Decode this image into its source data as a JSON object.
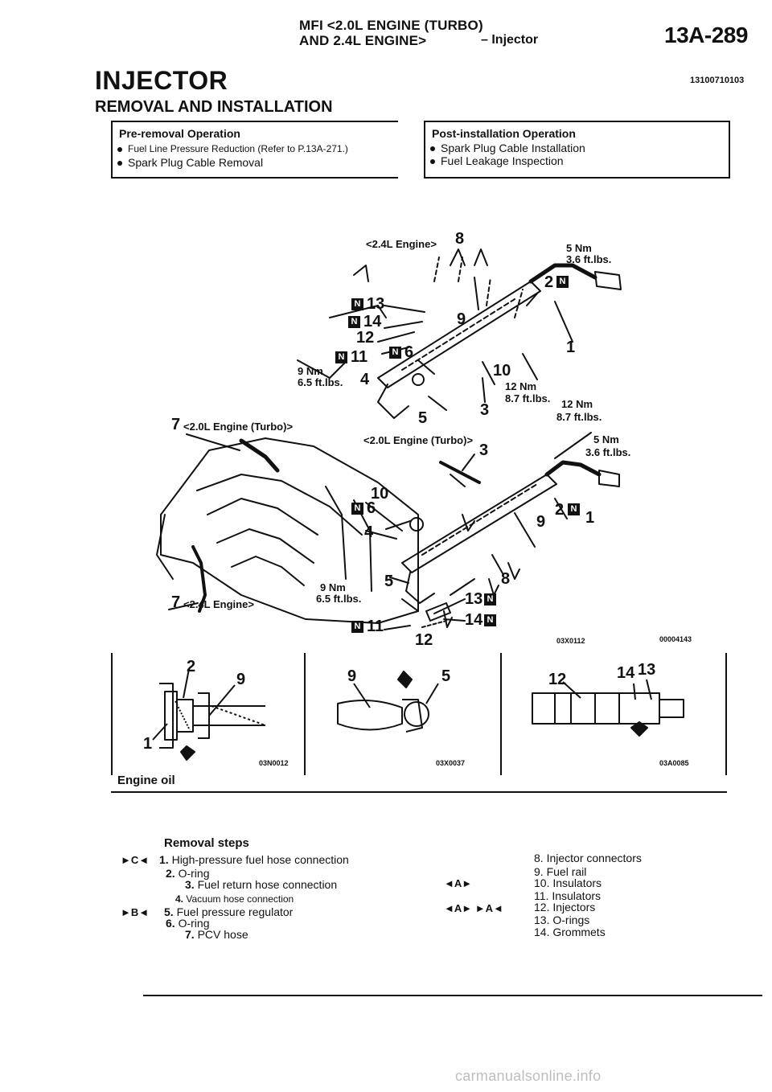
{
  "header": {
    "line1": "MFI <2.0L ENGINE (TURBO)",
    "line2": "AND 2.4L ENGINE>",
    "section": "– Injector",
    "page_number": "13A-289"
  },
  "title": "INJECTOR",
  "doc_id": "13100710103",
  "subtitle": "REMOVAL AND INSTALLATION",
  "pre_removal": {
    "heading": "Pre-removal Operation",
    "items": [
      "Fuel Line Pressure Reduction (Refer to P.13A-271.)",
      "Spark Plug Cable Removal"
    ]
  },
  "post_installation": {
    "heading": "Post-installation Operation",
    "items": [
      "Spark Plug Cable Installation",
      "Fuel Leakage Inspection"
    ]
  },
  "diagram": {
    "engine_24": "<2.4L Engine>",
    "engine_20_side": "<2.0L Engine (Turbo)>",
    "engine_20_mid": "<2.0L Engine (Turbo)>",
    "engine_24_side": "<2.4L Engine>",
    "label_7": "7",
    "torque_5nm": "5 Nm",
    "torque_36": "3.6 ft.lbs.",
    "torque_9nm": "9 Nm",
    "torque_65": "6.5 ft.lbs.",
    "torque_12nm": "12 Nm",
    "torque_87": "8.7 ft.lbs.",
    "n_badge": "N",
    "upper_numbers": [
      "8",
      "2",
      "13",
      "14",
      "9",
      "12",
      "1",
      "11",
      "6",
      "4",
      "10",
      "5",
      "3"
    ],
    "lower_numbers": [
      "3",
      "10",
      "6",
      "2",
      "1",
      "9",
      "4",
      "8",
      "5",
      "13",
      "14",
      "11",
      "12"
    ],
    "code_main": "03X0112",
    "code_main2": "00004143",
    "inset1_code": "03N0012",
    "inset2_code": "03X0037",
    "inset3_code": "03A0085",
    "inset1_numbers": [
      "2",
      "9",
      "1"
    ],
    "inset2_numbers": [
      "9",
      "5"
    ],
    "inset3_numbers": [
      "12",
      "14",
      "13"
    ],
    "oil_label": "Engine oil"
  },
  "removal": {
    "heading": "Removal steps",
    "left": [
      {
        "marker": "►C◄",
        "num": "1.",
        "text": "High-pressure fuel hose connection"
      },
      {
        "marker": "",
        "num": "2.",
        "text": "O-ring"
      },
      {
        "marker": "",
        "num": "3.",
        "text": "Fuel return hose connection"
      },
      {
        "marker": "",
        "num": "4.",
        "text": "Vacuum hose connection"
      },
      {
        "marker": "►B◄",
        "num": "5.",
        "text": "Fuel pressure regulator"
      },
      {
        "marker": "",
        "num": "6.",
        "text": "O-ring"
      },
      {
        "marker": "",
        "num": "7.",
        "text": "PCV hose"
      }
    ],
    "right": [
      {
        "marker": "",
        "num": "8.",
        "text": "Injector connectors"
      },
      {
        "marker": "",
        "num": "9.",
        "text": "Fuel rail"
      },
      {
        "marker": "◄A►",
        "num": "10.",
        "text": "Insulators"
      },
      {
        "marker": "",
        "num": "11.",
        "text": "Insulators"
      },
      {
        "marker": "◄A► ►A◄",
        "num": "12.",
        "text": "Injectors"
      },
      {
        "marker": "",
        "num": "13.",
        "text": "O-rings"
      },
      {
        "marker": "",
        "num": "14.",
        "text": "Grommets"
      }
    ]
  },
  "watermark": "carmanualsonline.info"
}
